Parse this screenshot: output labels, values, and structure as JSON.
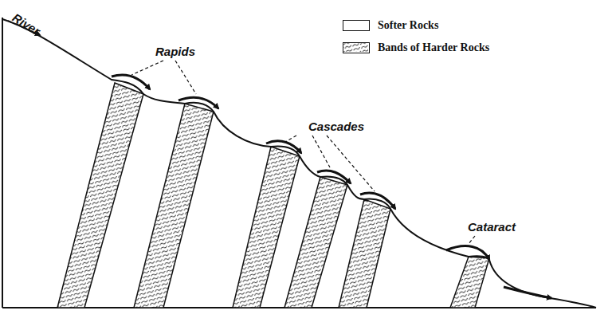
{
  "diagram": {
    "labels": [
      "River",
      "Rapids",
      "Cascades",
      "Cataract"
    ],
    "legend": [
      {
        "text": "Softer Rocks",
        "color": "#ffffff"
      },
      {
        "text": "Bands of Harder Rocks"
      }
    ]
  }
}
